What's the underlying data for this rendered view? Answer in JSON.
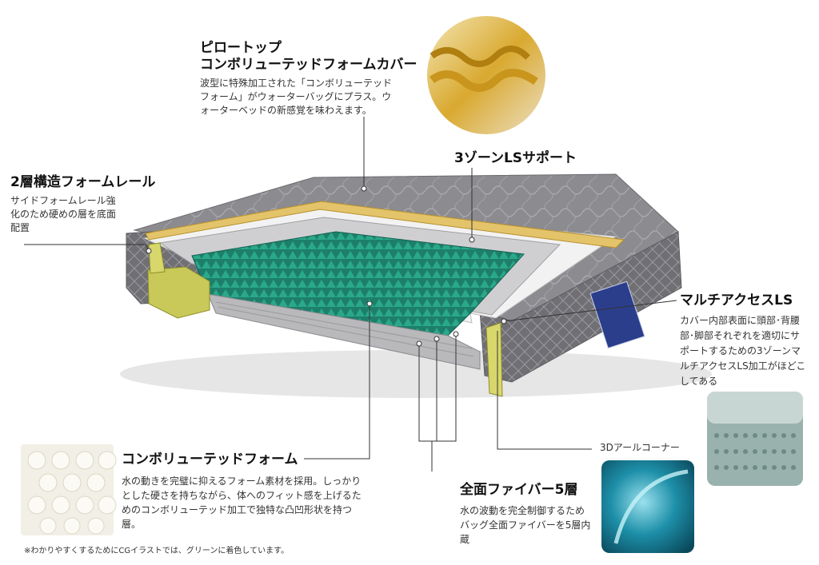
{
  "pillow_top": {
    "title_line1": "ピロートップ",
    "title_line2": "コンボリューテッドフォームカバー",
    "desc": "波型に特殊加工された「コンボリューテッドフォーム」がウォーターバッグにプラス。ウォーターベッドの新感覚を味わえます。"
  },
  "three_zone": {
    "title": "3ゾーンLSサポート"
  },
  "foam_rail": {
    "title": "2層構造フォームレール",
    "desc": "サイドフォームレール強化のため硬めの層を底面配置"
  },
  "multi_access": {
    "title": "マルチアクセスLS",
    "desc": "カバー内部表面に頭部･背腰部･脚部それぞれを適切にサポートするための3ゾーンマルチアクセスLS加工がほどこしてある"
  },
  "corner_3d": {
    "title": "3Dアールコーナー"
  },
  "convoluted_foam": {
    "title": "コンボリューテッドフォーム",
    "desc": "水の動きを完璧に抑えるフォーム素材を採用。しっかりとした硬さを持ちながら、体へのフィット感を上げるためのコンボリューテッド加工で独特な凸凹形状を持つ層。"
  },
  "fiber_5": {
    "title": "全面ファイバー5層",
    "desc": "水の波動を完全制御するためバッグ全面ファイバーを5層内蔵"
  },
  "footnote": "※わかりやすくするためにCGイラストでは、グリーンに着色しています。",
  "colors": {
    "cover_gray": "#8a8a8e",
    "foam_yellow": "#e3c46a",
    "inner_green": "#1f8c74",
    "rail_yellow": "#c9c95a",
    "water_blue": "#2a8fa6"
  }
}
